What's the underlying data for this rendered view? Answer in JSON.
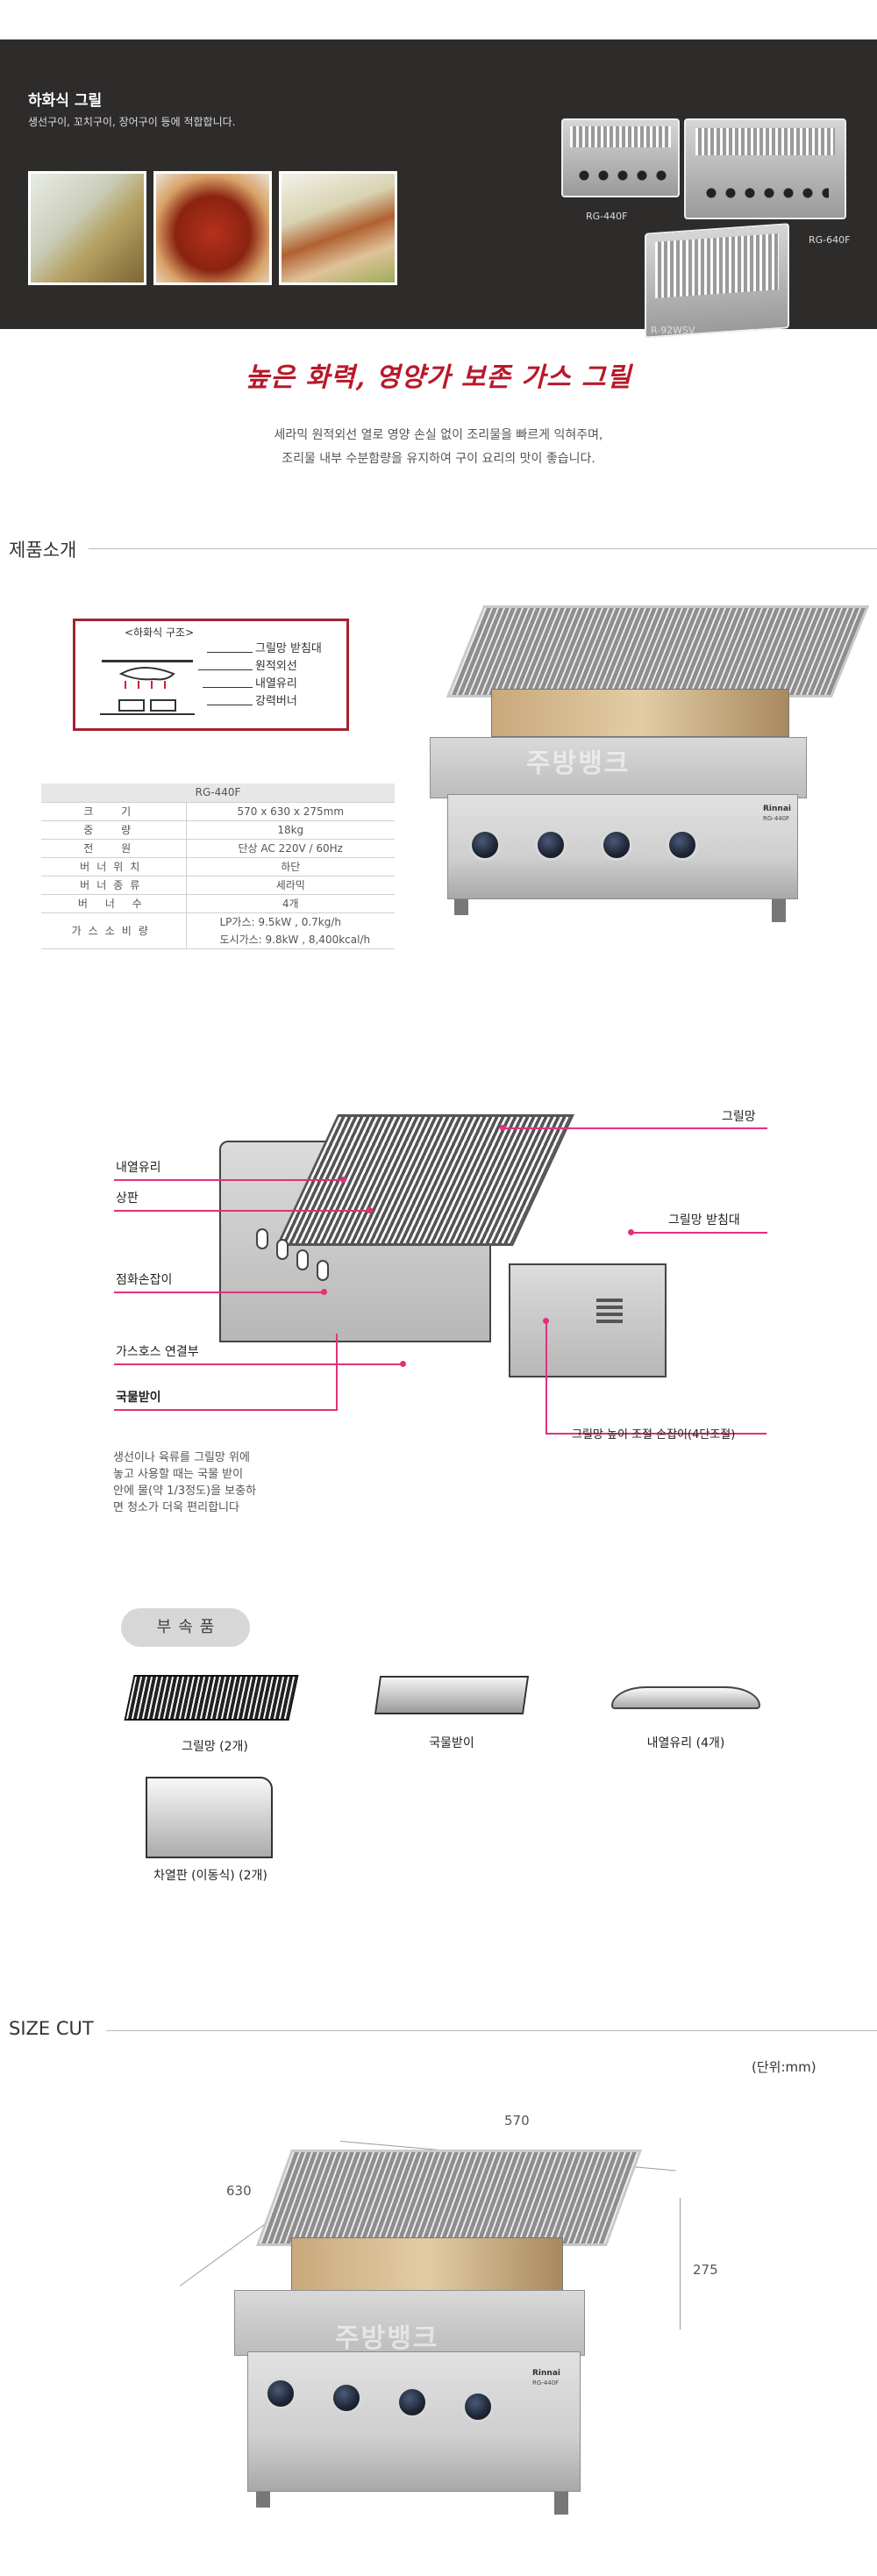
{
  "banner": {
    "title": "하화식 그릴",
    "subtitle": "생선구이, 꼬치구이, 장어구이 등에 적합합니다.",
    "models": [
      "RG-440F",
      "RG-640F",
      "R-92WSV"
    ],
    "background_color": "#2e2b2b"
  },
  "headline": "높은 화력, 영양가 보존 가스 그릴",
  "headline_color": "#b8182a",
  "intro": [
    "세라믹 원적외선 열로 영양 손실 없이 조리물을 빠르게 익혀주며,",
    "조리물 내부 수분함량을 유지하여 구이 요리의 맛이 좋습니다."
  ],
  "sections": {
    "intro_heading": "제품소개",
    "size_heading": "SIZE CUT"
  },
  "structure": {
    "title": "<하화식 구조>",
    "labels": [
      "그릴망 받침대",
      "원적외선",
      "내열유리",
      "강력버너"
    ]
  },
  "spec_table": {
    "model": "RG-440F",
    "rows": [
      {
        "label": "크 기",
        "value": "570 x 630 x 275mm"
      },
      {
        "label": "중 량",
        "value": "18kg"
      },
      {
        "label": "전 원",
        "value": "단상 AC 220V / 60Hz"
      },
      {
        "label": "버너위치",
        "value": "하단"
      },
      {
        "label": "버너종류",
        "value": "세라믹"
      },
      {
        "label": "버 너 수",
        "value": "4개"
      }
    ],
    "gas_label": "가스소비량",
    "gas_values": [
      "LP가스: 9.5kW , 0.7kg/h",
      "도시가스: 9.8kW , 8,400kcal/h"
    ]
  },
  "product": {
    "brand": "Rinnai",
    "model_badge": "RG-440F",
    "watermark": "주방뱅크"
  },
  "parts": {
    "grill_net": "그릴망",
    "heat_glass": "내열유리",
    "top_plate": "상판",
    "net_support": "그릴망 받침대",
    "ignition_knob": "점화손잡이",
    "gas_hose": "가스호스 연결부",
    "drip_tray": "국물받이",
    "height_handle": "그릴망 높이 조절 손잡이(4단조절)",
    "drip_note": [
      "생선이나 육류를 그릴망 위에",
      "놓고 사용할 때는 국물 받이",
      "안에 물(약 1/3정도)을 보충하",
      "면 청소가 더욱 편리합니다"
    ],
    "callout_color": "#e0317a"
  },
  "accessories": {
    "heading": "부속품",
    "items": [
      {
        "label": "그릴망 (2개)"
      },
      {
        "label": "국물받이"
      },
      {
        "label": "내열유리 (4개)"
      },
      {
        "label": "차열판 (이동식) (2개)"
      }
    ]
  },
  "size_cut": {
    "unit": "(단위:mm)",
    "width": "570",
    "depth": "630",
    "height": "275"
  }
}
